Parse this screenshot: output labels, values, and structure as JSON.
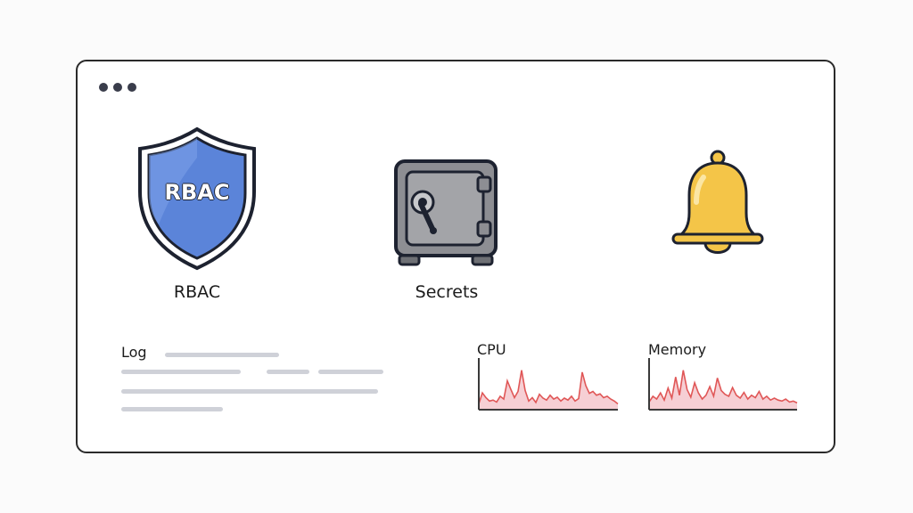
{
  "window": {
    "controls": [
      "dot",
      "dot",
      "dot"
    ]
  },
  "features": {
    "rbac": {
      "label": "RBAC",
      "badge_text": "RBAC",
      "icon": "shield-icon"
    },
    "secrets": {
      "label": "Secrets",
      "icon": "safe-icon"
    },
    "alerts": {
      "icon": "bell-icon"
    }
  },
  "log": {
    "title": "Log"
  },
  "metrics": {
    "cpu": {
      "title": "CPU",
      "values": [
        0.12,
        0.35,
        0.25,
        0.18,
        0.2,
        0.16,
        0.28,
        0.22,
        0.6,
        0.42,
        0.25,
        0.38,
        0.82,
        0.4,
        0.18,
        0.25,
        0.15,
        0.32,
        0.24,
        0.2,
        0.3,
        0.22,
        0.26,
        0.18,
        0.24,
        0.2,
        0.28,
        0.18,
        0.23,
        0.78,
        0.5,
        0.34,
        0.38,
        0.3,
        0.33,
        0.25,
        0.28,
        0.22,
        0.18,
        0.12
      ]
    },
    "memory": {
      "title": "Memory",
      "values": [
        0.16,
        0.28,
        0.22,
        0.35,
        0.2,
        0.45,
        0.24,
        0.68,
        0.3,
        0.82,
        0.42,
        0.26,
        0.56,
        0.35,
        0.22,
        0.3,
        0.48,
        0.28,
        0.66,
        0.4,
        0.32,
        0.28,
        0.46,
        0.3,
        0.24,
        0.36,
        0.22,
        0.3,
        0.25,
        0.38,
        0.22,
        0.28,
        0.2,
        0.24,
        0.2,
        0.18,
        0.22,
        0.16,
        0.18,
        0.14
      ]
    },
    "line_color": "#e05757",
    "fill_color": "#f5c7cc",
    "axis_color": "#3a3a3a"
  },
  "colors": {
    "shield_blue": "#5b84d9",
    "shield_dark": "#1d2230",
    "safe_gray": "#8d8e93",
    "bell_yellow": "#f4c548",
    "log_gray": "#cfd1d8"
  }
}
